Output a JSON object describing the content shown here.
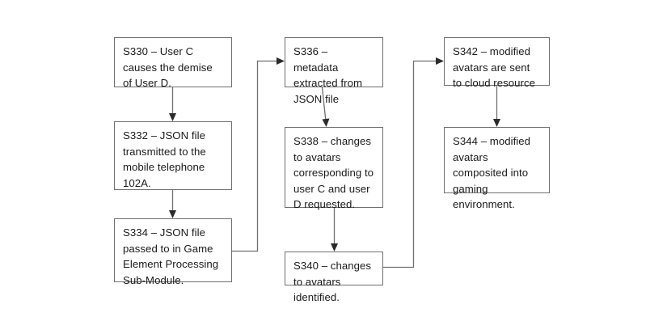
{
  "diagram": {
    "title": "Avatar modification process flowchart",
    "background_color": "#ffffff",
    "box_border_color": "#6f6f6f",
    "connector_color": "#6f6f6f",
    "text_color": "#1a1a1a",
    "nodes": [
      {
        "id": "S330",
        "label": "S330 – User C causes the demise of User D."
      },
      {
        "id": "S332",
        "label": "S332 – JSON file transmitted to the mobile telephone 102A."
      },
      {
        "id": "S334",
        "label": "S334 – JSON file passed to in Game Element Processing Sub-Module."
      },
      {
        "id": "S336",
        "label": "S336 – metadata extracted from JSON file"
      },
      {
        "id": "S338",
        "label": "S338 – changes to avatars corresponding to user C and user D requested."
      },
      {
        "id": "S340",
        "label": "S340 – changes to avatars identified."
      },
      {
        "id": "S342",
        "label": "S342 – modified avatars are sent to cloud resource"
      },
      {
        "id": "S344",
        "label": "S344 – modified avatars composited into gaming environment."
      }
    ],
    "connectors": [
      {
        "from": "S330",
        "to": "S332",
        "style": "vertical-arrow"
      },
      {
        "from": "S332",
        "to": "S334",
        "style": "vertical-arrow"
      },
      {
        "from": "S334",
        "to": "S336",
        "style": "orthogonal-right-up-arrow"
      },
      {
        "from": "S336",
        "to": "S338",
        "style": "vertical-arrow"
      },
      {
        "from": "S338",
        "to": "S340",
        "style": "vertical-arrow"
      },
      {
        "from": "S340",
        "to": "S342",
        "style": "orthogonal-right-up-arrow"
      },
      {
        "from": "S342",
        "to": "S344",
        "style": "vertical-arrow"
      }
    ]
  }
}
